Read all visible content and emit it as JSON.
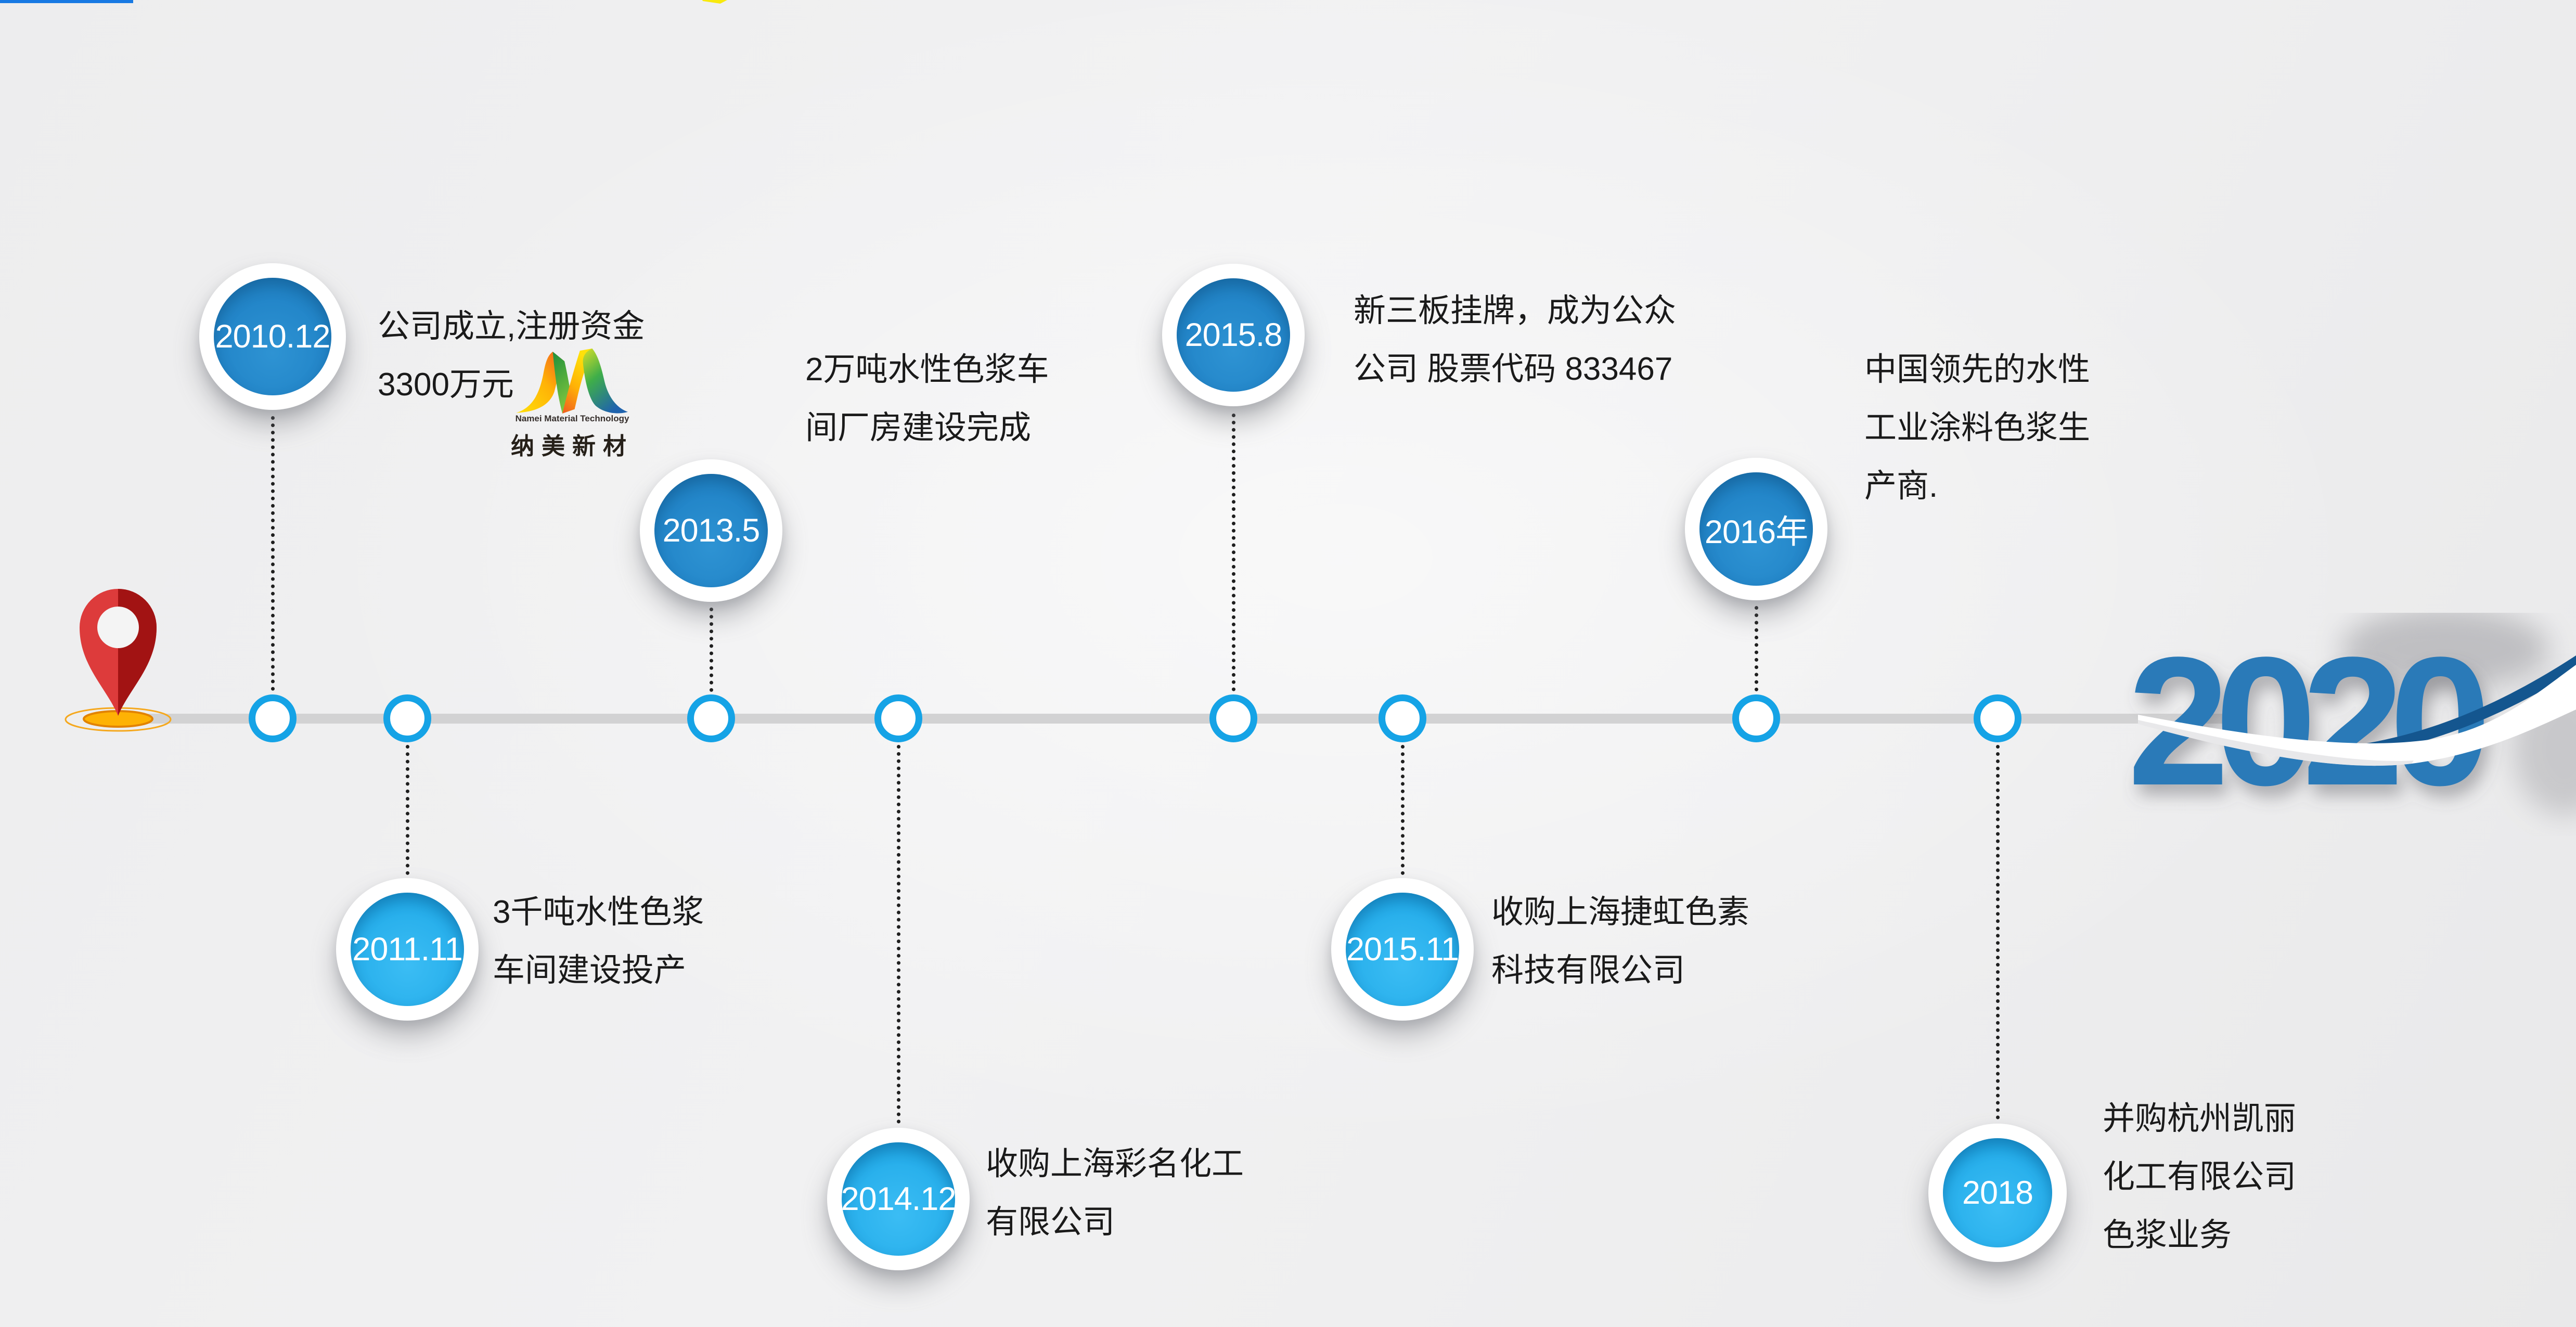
{
  "page": {
    "title_hint": "纳美新材 发展历程 2010-2020 时间轴"
  },
  "logo": {
    "en": "Namei Material Technology",
    "cn": "纳美新材"
  },
  "endmark": {
    "text": "2020"
  },
  "milestones": [
    {
      "year": "2010.12",
      "lines": [
        "公司成立,注册资金",
        "3300万元"
      ]
    },
    {
      "year": "2011.11",
      "lines": [
        "3千吨水性色浆",
        "车间建设投产"
      ]
    },
    {
      "year": "2013.5",
      "lines": [
        "2万吨水性色浆车",
        "间厂房建设完成"
      ]
    },
    {
      "year": "2014.12",
      "lines": [
        "收购上海彩名化工",
        "有限公司"
      ]
    },
    {
      "year": "2015.8",
      "lines": [
        "新三板挂牌，成为公众",
        "公司   股票代码 833467"
      ]
    },
    {
      "year": "2015.11",
      "lines": [
        "收购上海捷虹色素",
        "科技有限公司"
      ]
    },
    {
      "year": "2016年",
      "lines": [
        "中国领先的水性",
        "工业涂料色浆生",
        "产商."
      ]
    },
    {
      "year": "2018",
      "lines": [
        "并购杭州凯丽",
        "化工有限公司",
        "色浆业务"
      ]
    }
  ],
  "colors": {
    "background": "#efeff0",
    "timeline_line": "#d2d2d3",
    "node_ring": "#15a3e6",
    "circle_blue_dark": "#2386c9",
    "circle_blue_light": "#29b0ec",
    "text": "#1a1a1a",
    "top_bar_blue": "#1879e3",
    "accent_yellow": "#f8e90d",
    "pin_red_light": "#dd3b3b",
    "pin_red_dark": "#a21313",
    "pin_orange": "#feb204",
    "endmark_blue": "#2c7ab8"
  }
}
